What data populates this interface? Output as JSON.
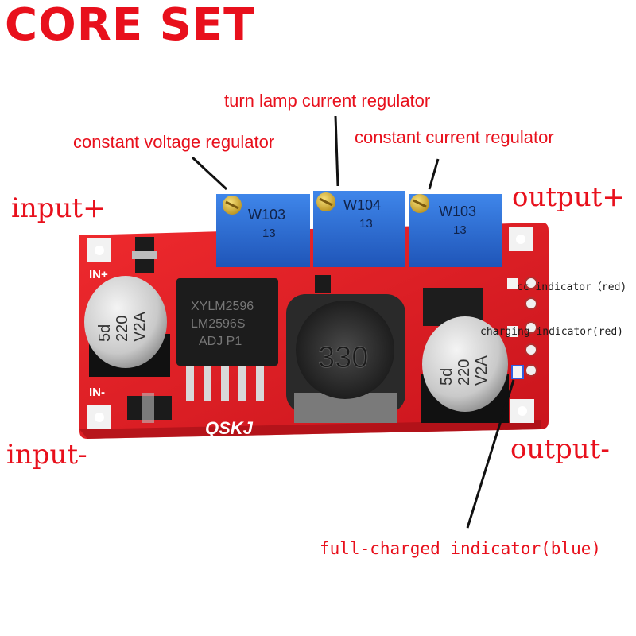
{
  "brand": {
    "text": "CORE SET",
    "color": "#e8101c"
  },
  "labels": {
    "turn_lamp": "turn lamp current regulator",
    "constant_voltage": "constant voltage regulator",
    "constant_current": "constant current regulator",
    "input_plus": "input+",
    "input_minus": "input-",
    "output_plus": "output+",
    "output_minus": "output-",
    "cc_indicator": "cc indicator（red)",
    "charging_indicator": "charging indicator(red)",
    "full_charged_indicator": "full-charged indicator(blue)"
  },
  "board": {
    "silkscreen_in_plus": "IN+",
    "silkscreen_in_minus": "IN-",
    "brand_mark": "QSKJ",
    "chip_line1": "XYLM2596",
    "chip_line2": "LM2596S",
    "chip_line3": "ADJ P1",
    "inductor_code": "330",
    "capacitor_left": [
      "5d",
      "220",
      "V2A"
    ],
    "capacitor_right": [
      "5d",
      "220",
      "V2A"
    ],
    "pot_left": {
      "code": "W103",
      "sub": "13"
    },
    "pot_middle": {
      "code": "W104",
      "sub": "13"
    },
    "pot_right": {
      "code": "W103",
      "sub": "13"
    }
  },
  "colors": {
    "label_red": "#e8101c",
    "pcb_red": "#e0202a",
    "pot_blue": "#2b6fd6",
    "led_blue": "#2f5fe0"
  }
}
